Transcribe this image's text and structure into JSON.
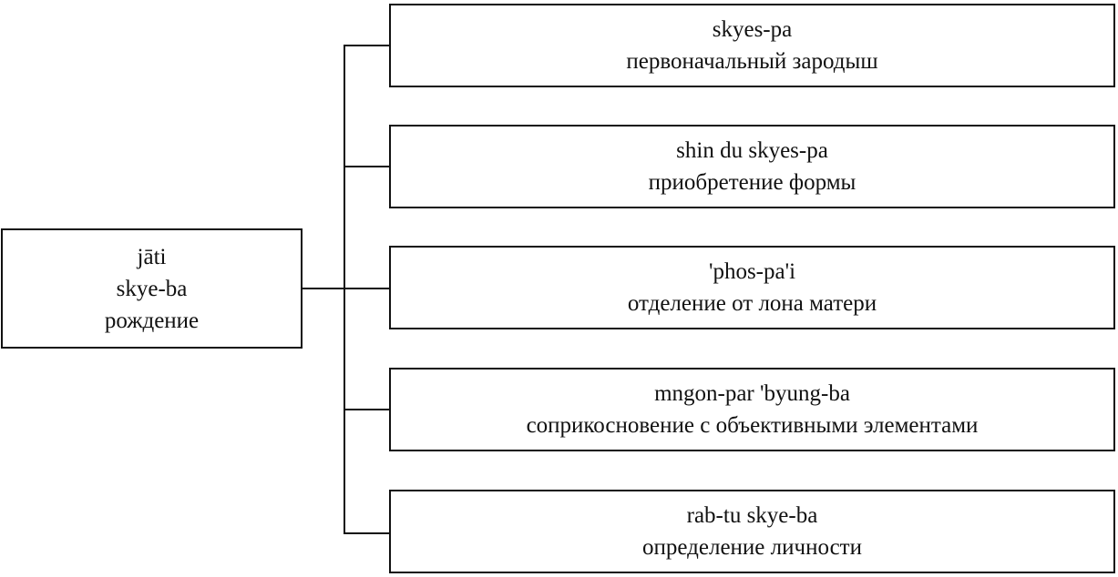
{
  "root": {
    "lines": [
      "jāti",
      "skye-ba",
      "рождение"
    ]
  },
  "children": [
    {
      "tibetan": "skyes-pa",
      "russian": "первоначальный зародыш"
    },
    {
      "tibetan": "shin du skyes-pa",
      "russian": "приобретение формы"
    },
    {
      "tibetan": "'phos-pa'i",
      "russian": "отделение от лона матери"
    },
    {
      "tibetan": "mngon-par 'byung-ba",
      "russian": "соприкосновение с объективными элементами"
    },
    {
      "tibetan": "rab-tu skye-ba",
      "russian": "определение личности"
    }
  ],
  "colors": {
    "stroke": "#111111",
    "background": "#ffffff"
  }
}
